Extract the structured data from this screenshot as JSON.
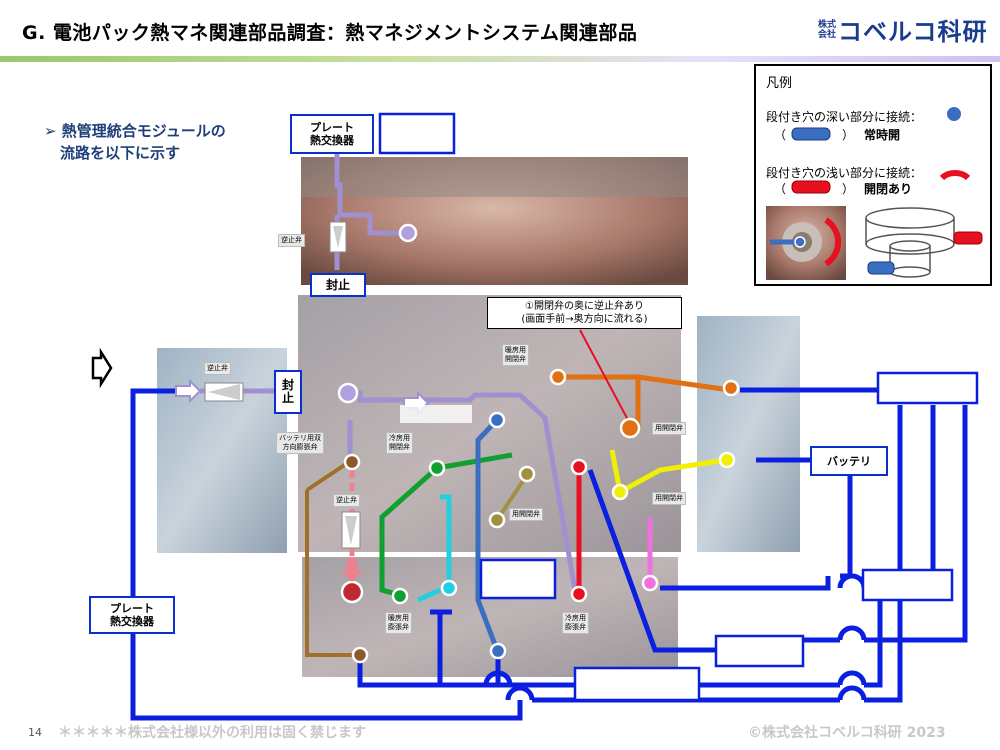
{
  "header": {
    "title": "G. 電池パック熱マネ関連部品調査：熱マネジメントシステム関連部品",
    "logo_small": "株式会社",
    "logo_big": "コベルコ科研"
  },
  "bullet": {
    "line1": "➢ 熱管理統合モジュールの",
    "line2": "流路を以下に示す"
  },
  "legend": {
    "title": "凡例",
    "deep_label": "段付き穴の深い部分に接続：",
    "deep_paren_open": "（",
    "deep_paren_close": "）",
    "deep_state": "常時開",
    "shallow_label": "段付き穴の浅い部分に接続：",
    "shallow_paren_open": "（",
    "shallow_paren_close": "）",
    "shallow_state": "開閉あり",
    "deep_color": "#3a6ec0",
    "shallow_color": "#e8101a"
  },
  "labels": {
    "plate_top": "プレート\n熱交換器",
    "plate_left": "プレート\n熱交換器",
    "seal_top": "封止",
    "seal_left": "封\n止",
    "battery": "バッテリ",
    "callout_l1": "①開閉弁の奥に逆止弁あり",
    "callout_l2": "(画面手前→奥方向に流れる)"
  },
  "tags": {
    "check_valve_top": "逆止弁",
    "check_valve_left": "逆止弁",
    "check_valve_mid": "逆止弁",
    "battery_valve": "バッテリ用双\n方向膨張弁",
    "cool_valve_open": "冷房用\n開閉弁",
    "heat_valve_open": "暖房用\n開閉弁",
    "valve_a": "用開閉弁",
    "valve_b": "用開閉弁",
    "valve_c": "用開閉弁",
    "heat_exp": "暖房用\n膨張弁",
    "cool_exp": "冷房用\n膨張弁"
  },
  "footer": {
    "page": "14",
    "note": "＊＊＊＊＊株式会社様以外の利用は固く禁じます",
    "copy": "©株式会社コベルコ科研 2023"
  }
}
